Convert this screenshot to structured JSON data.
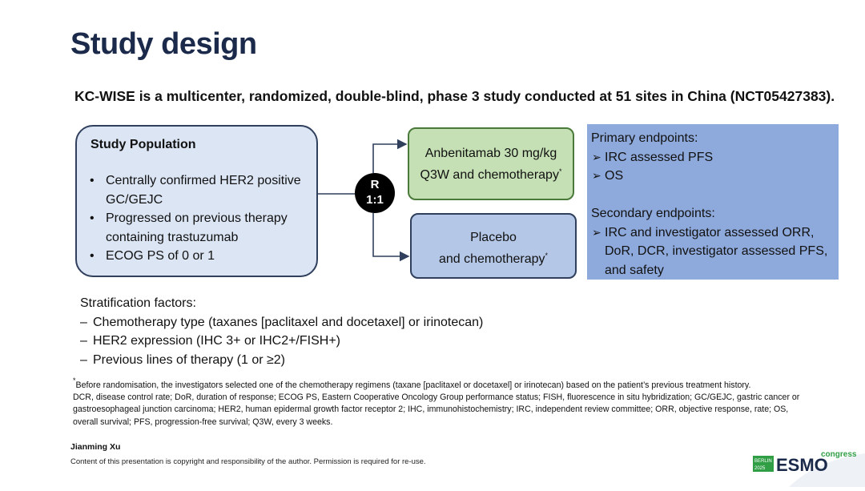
{
  "slide": {
    "title": "Study design",
    "subtitle": "KC-WISE is a multicenter, randomized, double-blind, phase 3 study conducted at 51 sites in China (NCT05427383)."
  },
  "population": {
    "title": "Study Population",
    "bullet": "•",
    "items": [
      "Centrally confirmed HER2 positive GC/GEJC",
      "Progressed on previous therapy containing trastuzumab",
      "ECOG PS of 0 or 1"
    ]
  },
  "randomization": {
    "line1": "R",
    "line2": "1:1"
  },
  "arms": {
    "treatment": {
      "line1": "Anbenitamab 30 mg/kg",
      "line2": "Q3W and chemotherapy",
      "mark": "*"
    },
    "placebo": {
      "line1": "Placebo",
      "line2": "and chemotherapy",
      "mark": "*"
    }
  },
  "endpoints": {
    "arrow": "➢",
    "primary_title": "Primary endpoints:",
    "primary": [
      "IRC assessed PFS",
      "OS"
    ],
    "secondary_title": "Secondary endpoints:",
    "secondary": [
      "IRC and investigator assessed ORR, DoR, DCR, investigator assessed PFS, and safety"
    ]
  },
  "stratification": {
    "title": "Stratification factors:",
    "dash": "–",
    "items": [
      "Chemotherapy type (taxanes [paclitaxel and docetaxel] or irinotecan)",
      "HER2 expression (IHC 3+ or IHC2+/FISH+)",
      "Previous lines of therapy (1 or ≥2)"
    ]
  },
  "footnote": {
    "mark": "*",
    "randomisation_note": "Before randomisation, the investigators selected one of the chemotherapy regimens (taxane [paclitaxel or docetaxel] or irinotecan) based on the patient’s previous treatment history.",
    "abbreviations": "DCR, disease control rate; DoR, duration of response; ECOG PS, Eastern Cooperative Oncology Group performance status; FISH, fluorescence in situ hybridization; GC/GEJC, gastric cancer or gastroesophageal junction carcinoma; HER2, human epidermal growth factor receptor 2; IHC, immunohistochemistry; IRC, independent review committee; ORR, objective response, rate; OS, overall survival; PFS, progression-free survival; Q3W, every 3 weeks."
  },
  "author": "Jianming Xu",
  "copyright": "Content of this presentation is copyright and responsibility of the author. Permission is required for re-use.",
  "logo": {
    "city": "BERLIN",
    "year": "2025",
    "brand": "ESMO",
    "word": "congress",
    "colors": {
      "green": "#2f9e45",
      "navy": "#1b2a4a"
    }
  },
  "colors": {
    "title": "#1b2a4a",
    "population_fill": "#dce5f4",
    "treatment_fill": "#c5e0b4",
    "placebo_fill": "#b4c7e7",
    "endpoints_fill": "#8ea9db"
  }
}
